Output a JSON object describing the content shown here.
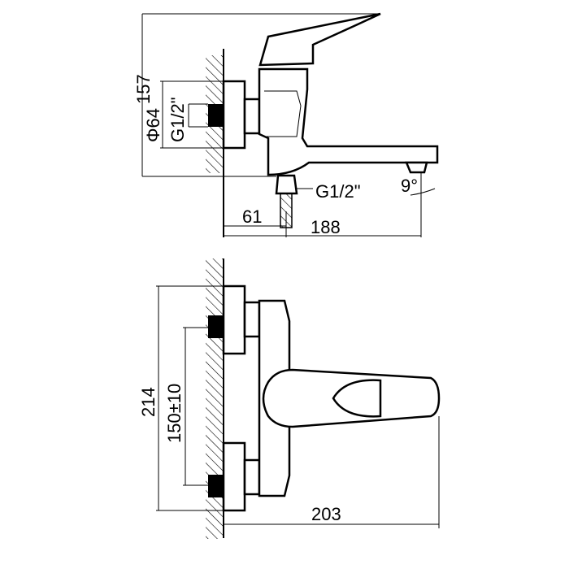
{
  "side_view": {
    "height_label": "157",
    "diameter_label": "Φ64",
    "inlet_thread_label": "G1/2\"",
    "outlet_thread_label": "G1/2\"",
    "angle_label": "9°",
    "outlet_offset_label": "61",
    "spout_reach_label": "188"
  },
  "front_view": {
    "height_label": "214",
    "centers_label": "150±10",
    "depth_label": "203"
  }
}
